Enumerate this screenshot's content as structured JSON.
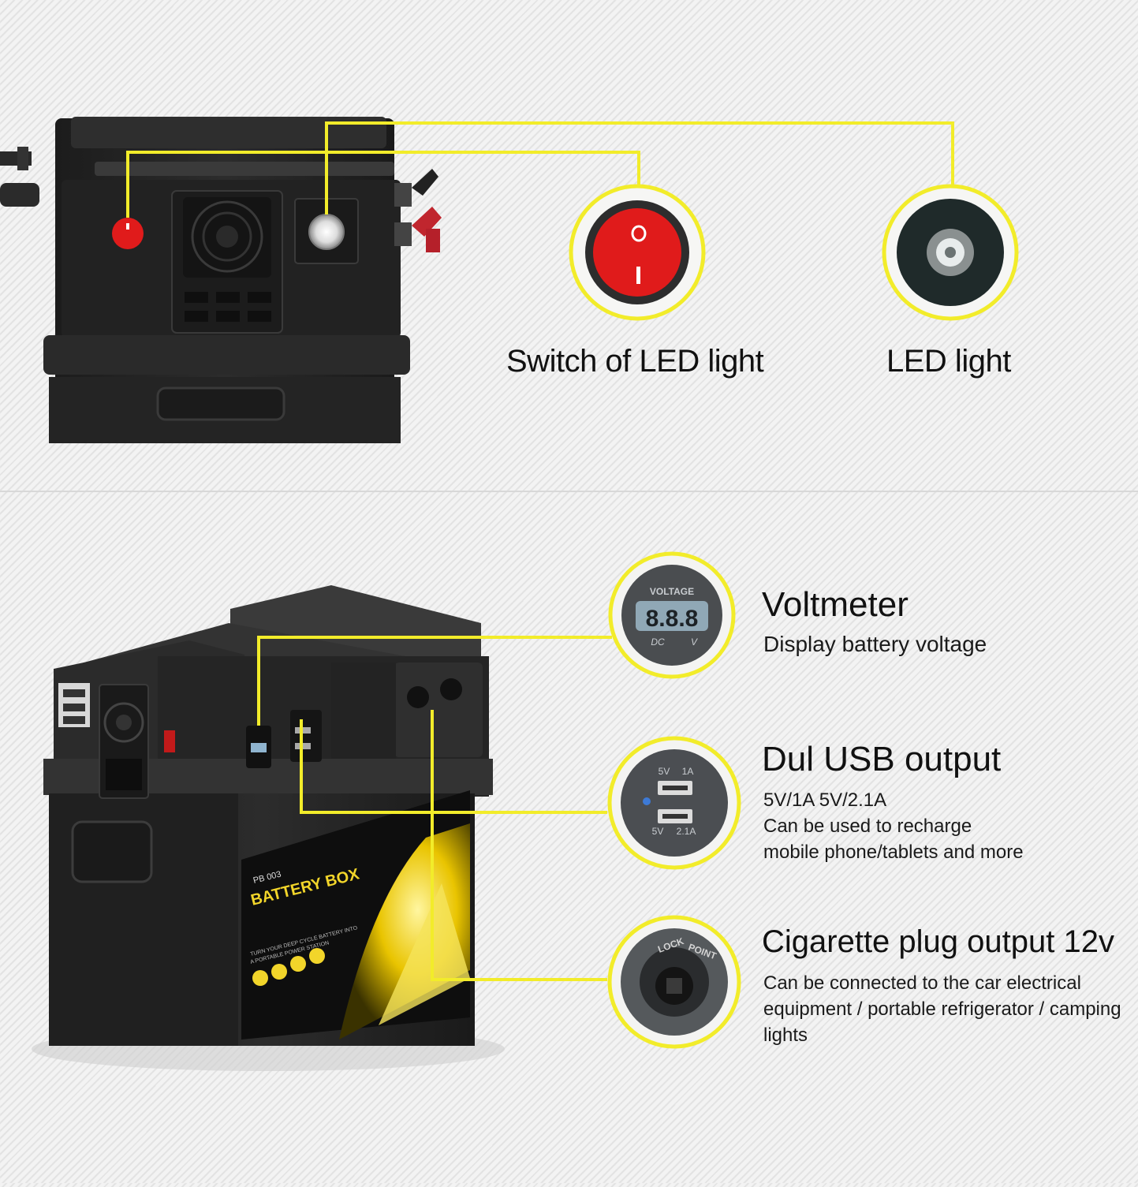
{
  "top": {
    "switch_label": "Switch of LED light",
    "led_label": "LED light"
  },
  "bottom": {
    "box_label": {
      "model": "PB 003",
      "brand": "BATTERY BOX",
      "tagline_1": "TURN YOUR DEEP CYCLE BATTERY INTO",
      "tagline_2": "A PORTABLE POWER STATION"
    },
    "voltmeter": {
      "title": "Voltmeter",
      "desc": "Display battery voltage",
      "dial_label": "VOLTAGE",
      "dial_digits": "8.8.8",
      "dial_dc": "DC",
      "dial_v": "V"
    },
    "usb": {
      "title": "Dul USB output",
      "spec": "5V/1A  5V/2.1A",
      "desc_1": "Can be used to recharge",
      "desc_2": "mobile phone/tablets and more",
      "port1_v": "5V",
      "port1_a": "1A",
      "port2_v": "5V",
      "port2_a": "2.1A"
    },
    "cigarette": {
      "title": "Cigarette plug output 12v",
      "desc_1": "Can be connected to the car electrical",
      "desc_2": "equipment / portable refrigerator / camping",
      "desc_3": "lights",
      "ring_lock": "LOCK",
      "ring_point": "POINT"
    }
  },
  "colors": {
    "callout_yellow": "#f2ec2a",
    "box_black": "#262626",
    "switch_red": "#e01b1b"
  }
}
